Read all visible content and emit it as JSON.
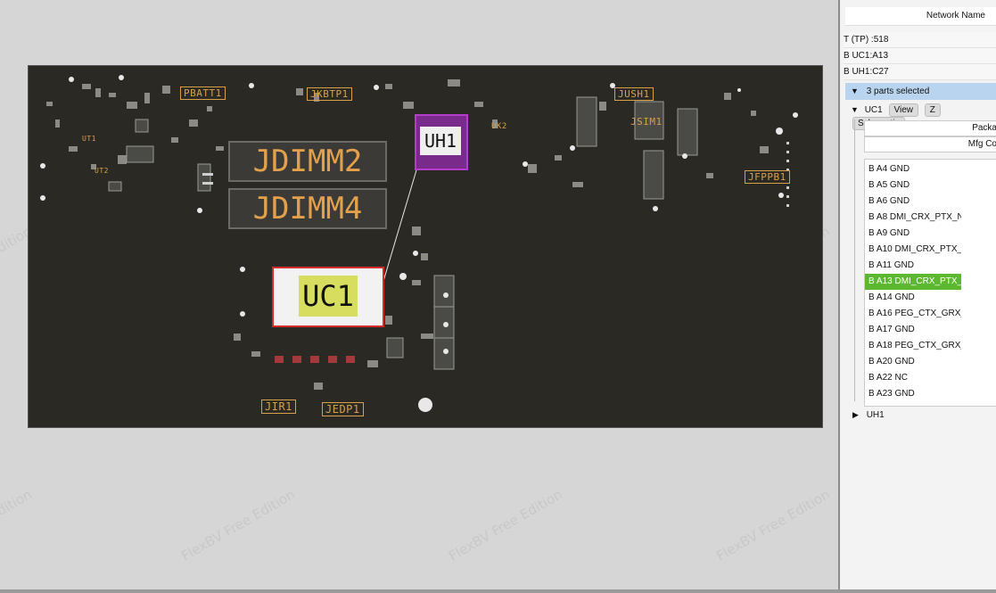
{
  "board": {
    "watermark": "FlexBV Free Edition",
    "labels": {
      "pbatt1": "PBATT1",
      "jkbtp1": "JKBTP1",
      "jush1": "JUSH1",
      "jsim1": "JSIM1",
      "jfppb1": "JFPPB1",
      "jir1": "JIR1",
      "jedp1": "JEDP1",
      "ut1": "UT1",
      "ut2": "UT2",
      "uk2": "UK2"
    },
    "dimm_top": "JDIMM2",
    "dimm_bottom": "JDIMM4",
    "selected_part_1": "UC1",
    "selected_part_2": "UH1"
  },
  "panel": {
    "header": "Network Name",
    "nets": [
      "T  (TP) :518",
      "B UC1:A13",
      "B UH1:C27"
    ],
    "selection_label": "3 parts selected",
    "part": {
      "name": "UC1",
      "buttons": [
        "View",
        "Z",
        "Schematic"
      ],
      "package_label": "Packa",
      "mfg_label": "Mfg Co"
    },
    "pins": [
      {
        "side": "B",
        "pin": "A4",
        "net": "GND"
      },
      {
        "side": "B",
        "pin": "A5",
        "net": "GND"
      },
      {
        "side": "B",
        "pin": "A6",
        "net": "GND"
      },
      {
        "side": "B",
        "pin": "A8",
        "net": "DMI_CRX_PTX_N"
      },
      {
        "side": "B",
        "pin": "A9",
        "net": "GND"
      },
      {
        "side": "B",
        "pin": "A10",
        "net": "DMI_CRX_PTX_"
      },
      {
        "side": "B",
        "pin": "A11",
        "net": "GND"
      },
      {
        "side": "B",
        "pin": "A13",
        "net": "DMI_CRX_PTX_"
      },
      {
        "side": "B",
        "pin": "A14",
        "net": "GND"
      },
      {
        "side": "B",
        "pin": "A16",
        "net": "PEG_CTX_GRX_"
      },
      {
        "side": "B",
        "pin": "A17",
        "net": "GND"
      },
      {
        "side": "B",
        "pin": "A18",
        "net": "PEG_CTX_GRX_"
      },
      {
        "side": "B",
        "pin": "A20",
        "net": "GND"
      },
      {
        "side": "B",
        "pin": "A22",
        "net": "NC"
      },
      {
        "side": "B",
        "pin": "A23",
        "net": "GND"
      }
    ],
    "collapsed_part": "UH1"
  }
}
